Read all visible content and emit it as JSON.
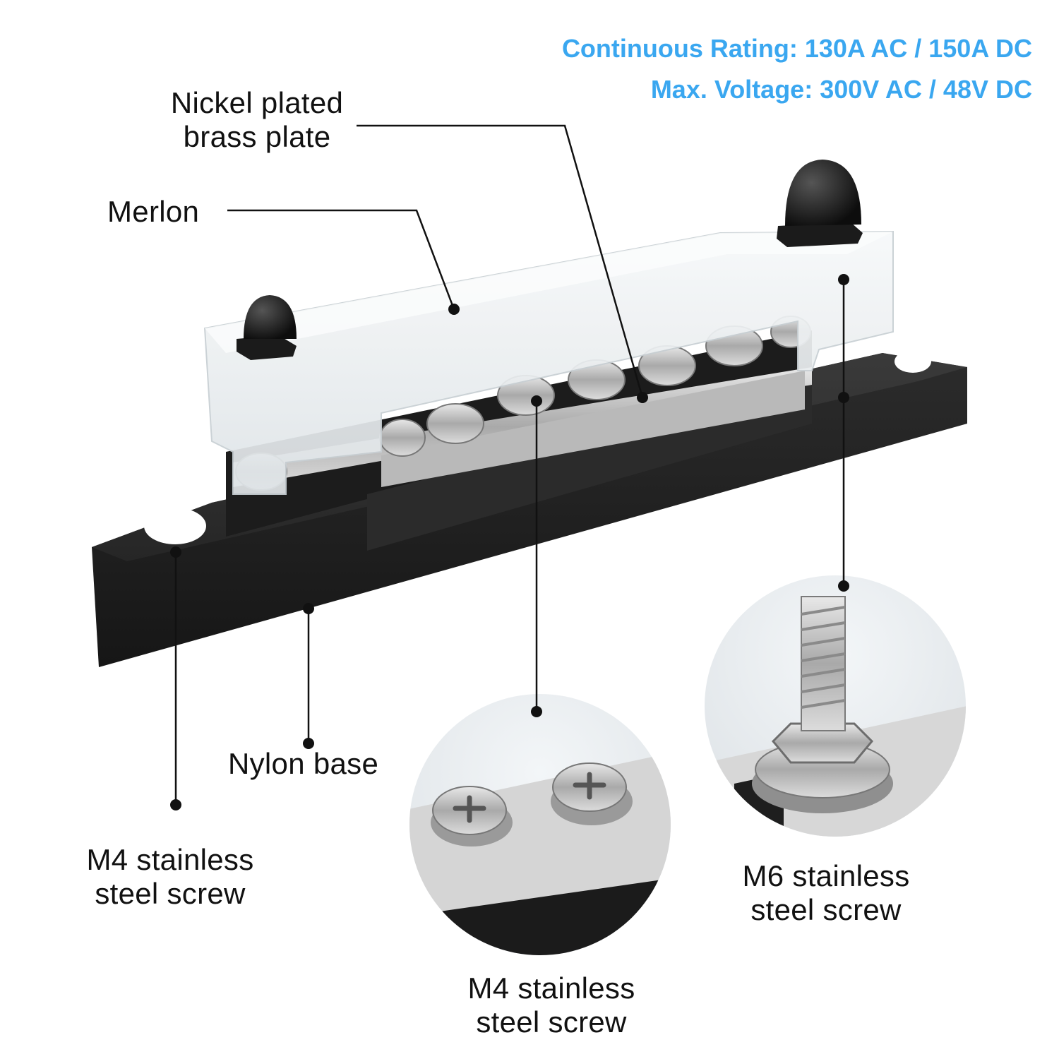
{
  "specs": {
    "continuous_rating": "Continuous Rating: 130A AC / 150A DC",
    "max_voltage": "Max. Voltage: 300V AC / 48V DC"
  },
  "labels": {
    "nickel_line1": "Nickel plated",
    "nickel_line2": "brass plate",
    "merlon": "Merlon",
    "nylon_base": "Nylon base",
    "m4_left_line1": "M4 stainless",
    "m4_left_line2": "steel screw",
    "m4_mid_line1": "M4 stainless",
    "m4_mid_line2": "steel screw",
    "m6_line1": "M6 stainless",
    "m6_line2": "steel screw"
  },
  "colors": {
    "spec_text": "#3aa7f0",
    "nylon_base": "#222222",
    "cover": "#eef1f3",
    "stud_cap": "#151515"
  },
  "icons": {
    "cap": "cap-nut-icon",
    "screw": "pan-head-screw-icon",
    "bolt": "hex-bolt-icon"
  }
}
